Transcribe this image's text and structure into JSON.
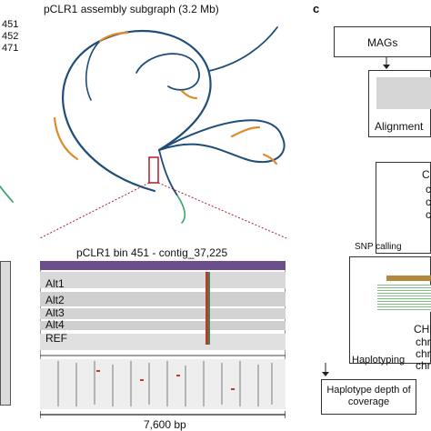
{
  "panel_b": {
    "title": "pCLR1 assembly subgraph (3.2 Mb)",
    "left_labels": [
      "451",
      "452",
      "471"
    ],
    "zoom_title": "pCLR1 bin 451 - contig_37,225",
    "track_labels": [
      "Alt1",
      "Alt2",
      "Alt3",
      "Alt4",
      "REF"
    ],
    "scale_label": "7,600 bp"
  },
  "panel_c": {
    "letter": "c",
    "boxes": {
      "mags": "MAGs",
      "alignment": "Alignment",
      "snp_calling": "SNP calling",
      "snp_partial": [
        "C",
        "c",
        "c",
        "c"
      ],
      "haplotyping": "Haplotyping",
      "hap_partial": [
        "CHI",
        "chr",
        "chr",
        "chr"
      ],
      "depth": "Haplotype depth of coverage"
    }
  },
  "colors": {
    "graph_blue": "#1f4e79",
    "graph_orange": "#e08a2c",
    "graph_green": "#3aa56a",
    "highlight_red": "#b01c2e",
    "read_gray": "#c8c8c8"
  }
}
